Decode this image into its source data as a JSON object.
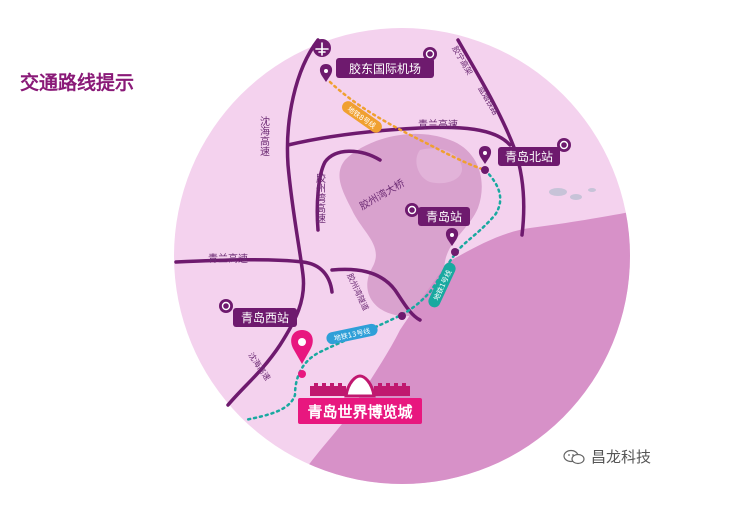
{
  "title": "交通路线提示",
  "places": {
    "airport": "胶东国际机场",
    "north_station": "青岛北站",
    "qingdao_station": "青岛站",
    "west_station": "青岛西站",
    "destination": "青岛世界博览城"
  },
  "roads": {
    "shenhai": "沈海高速",
    "qinglan_top": "青兰高速",
    "jiaozhouwan": "胶州湾高速",
    "qinglan_left": "青兰高速",
    "bridge": "胶州湾大桥",
    "tunnel": "胶州湾隧道",
    "shenhai_lower": "沈海高速",
    "jiaoning": "胶宁高架",
    "lanxin": "蓝烟铁路"
  },
  "metro": {
    "line8": "地铁8号线",
    "line1": "地铁1号线",
    "line13": "地铁13号线"
  },
  "watermark": "昌龙科技",
  "colors": {
    "accent": "#8a1a78",
    "road": "#6e1a6e",
    "label": "#6b2a73",
    "pin": "#e8177f",
    "line8": "#f0a030",
    "metro": "#19a9a0",
    "metro_label": "#2f9fd8"
  }
}
